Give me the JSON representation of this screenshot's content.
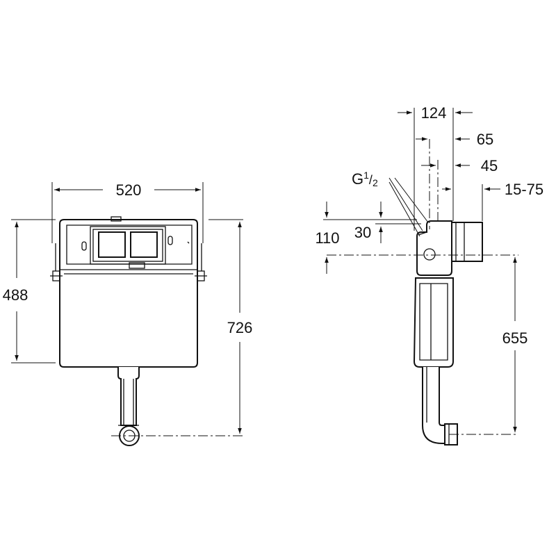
{
  "front_view": {
    "width_label": "520",
    "tank_height_label": "488",
    "total_height_label": "726"
  },
  "side_view": {
    "depth_label": "124",
    "offset_65_label": "65",
    "offset_45_label": "45",
    "range_label": "15-75",
    "thread_label_main": "G",
    "thread_label_sup": "1",
    "thread_label_slash": "/",
    "thread_label_sub": "2",
    "inlet_height_label": "110",
    "inlet_offset_label": "30",
    "outlet_height_label": "655"
  }
}
